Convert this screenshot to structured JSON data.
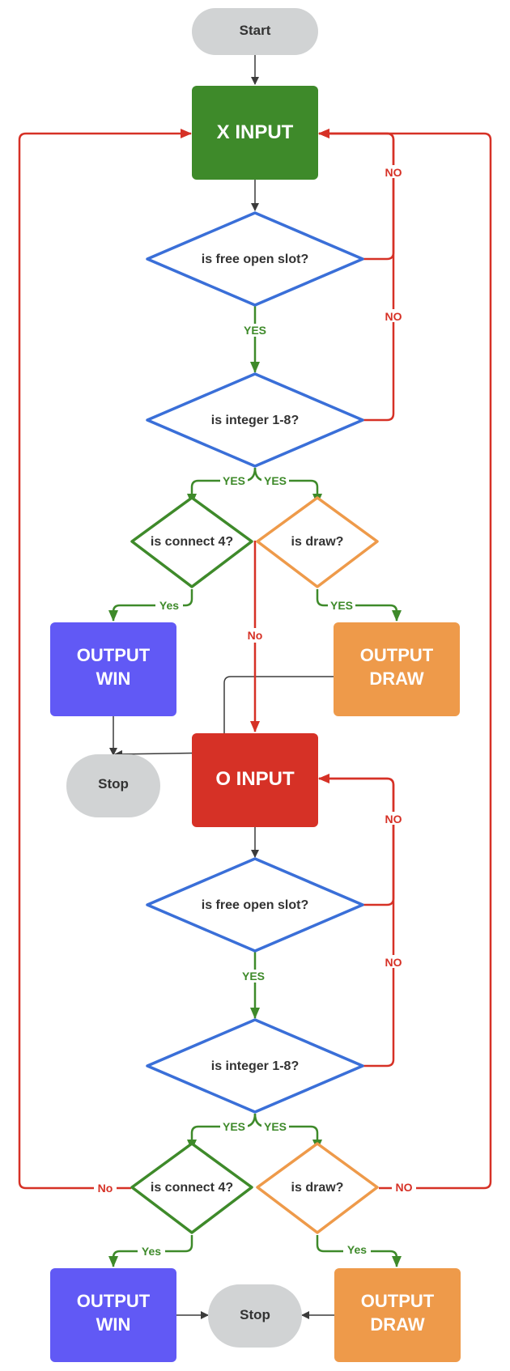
{
  "colors": {
    "terminal": "#d1d3d4",
    "x_input": "#3e8a2a",
    "o_input": "#d63126",
    "output_win": "#6159f5",
    "output_draw": "#ee9a4a",
    "diamond_blue": "#3a6fd8",
    "diamond_green": "#3e8a2a",
    "diamond_orange": "#ee9a4a",
    "arrow_gray": "#3b3b3b",
    "arrow_red": "#d63126",
    "arrow_green": "#3e8a2a"
  },
  "nodes": {
    "start": "Start",
    "x_input": "X INPUT",
    "x_free_slot": "is free open slot?",
    "x_integer": "is integer 1-8?",
    "x_connect4": "is connect 4?",
    "x_draw": "is draw?",
    "x_output_win_1": "OUTPUT",
    "x_output_win_2": "WIN",
    "x_output_draw_1": "OUTPUT",
    "x_output_draw_2": "DRAW",
    "stop_top": "Stop",
    "o_input": "O INPUT",
    "o_free_slot": "is free open slot?",
    "o_integer": "is integer 1-8?",
    "o_connect4": "is connect 4?",
    "o_draw": "is draw?",
    "o_output_win_1": "OUTPUT",
    "o_output_win_2": "WIN",
    "o_output_draw_1": "OUTPUT",
    "o_output_draw_2": "DRAW",
    "stop_bottom": "Stop"
  },
  "labels": {
    "x_free_no": "NO",
    "x_int_no": "NO",
    "x_free_yes": "YES",
    "x_int_yes_left": "YES",
    "x_int_yes_right": "YES",
    "x_c4_yes": "Yes",
    "x_draw_yes": "YES",
    "x_draw_no": "No",
    "o_free_no": "NO",
    "o_int_no": "NO",
    "o_free_yes": "YES",
    "o_int_yes_left": "YES",
    "o_int_yes_right": "YES",
    "o_c4_no": "No",
    "o_draw_no": "NO",
    "o_c4_yes": "Yes",
    "o_draw_yes": "Yes"
  }
}
